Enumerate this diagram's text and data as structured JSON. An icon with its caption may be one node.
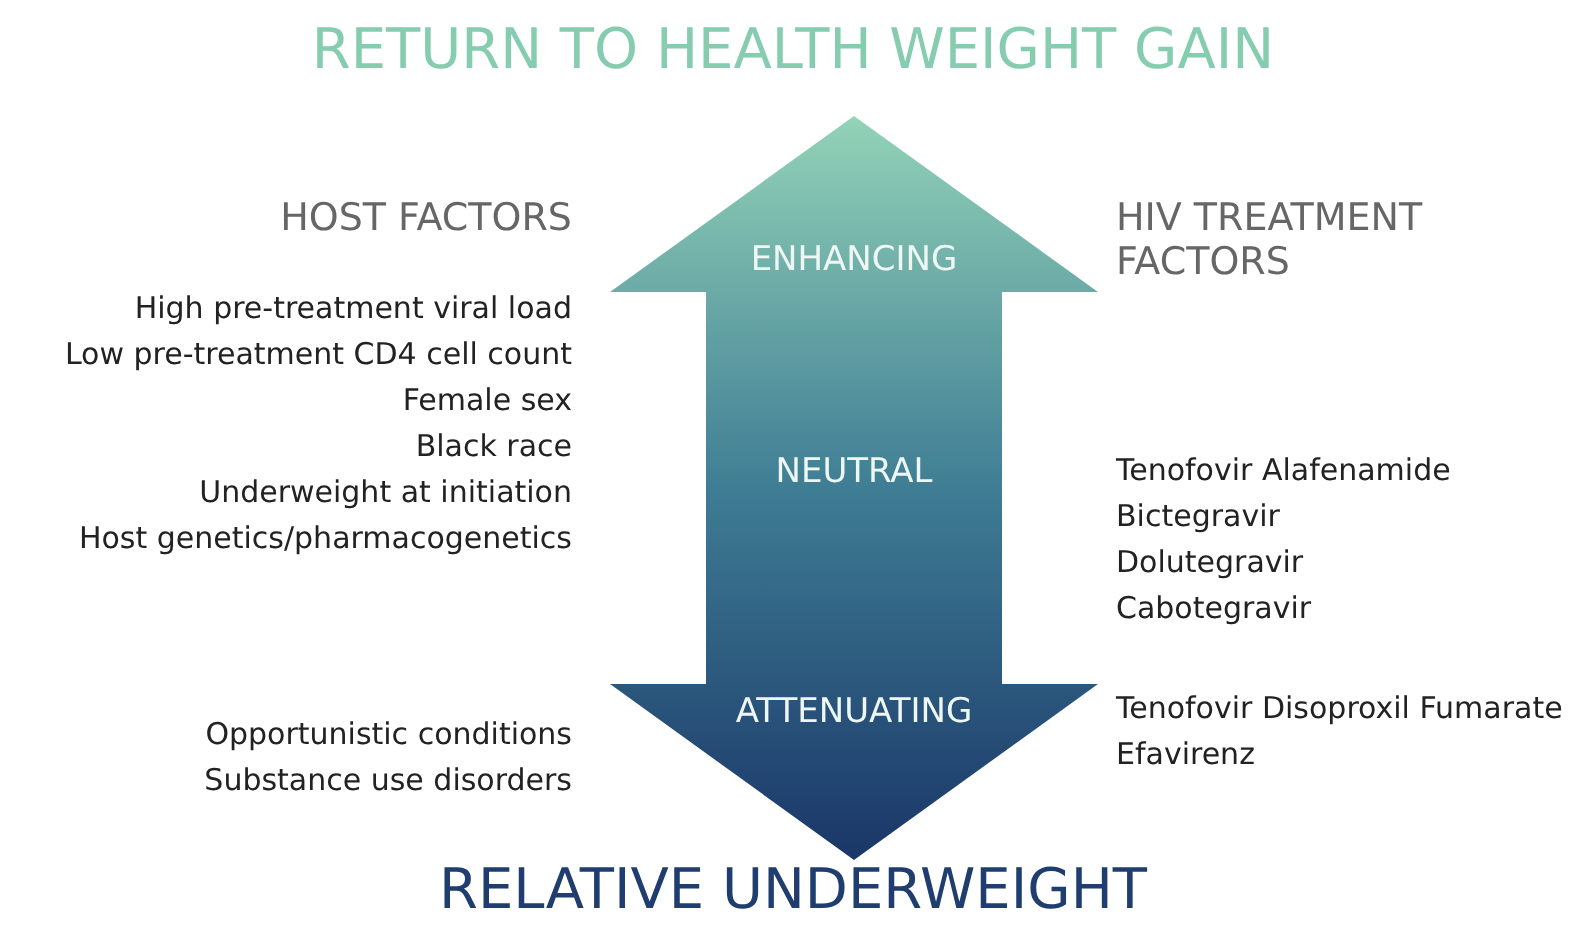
{
  "diagram": {
    "title": "RETURN TO HEALTH WEIGHT GAIN",
    "caption": "RELATIVE UNDERWEIGHT",
    "nodes": [
      {
        "text": [
          "ENHANCING",
          "NEUTRAL",
          "ATTENUATING"
        ]
      }
    ],
    "labels": [
      "HOST FACTORS",
      "High pre-treatment viral load",
      "Low pre-treatment CD4 cell count",
      "Female sex",
      "Black race",
      "Underweight at initiation",
      "Host genetics/pharmacogenetics",
      "Opportunistic conditions",
      "Substance use disorders",
      "HIV TREATMENT FACTORS",
      "Tenofovir Alafenamide",
      "Bictegravir",
      "Dolutegravir",
      "Cabotegravir",
      "Tenofovir Disoproxil Fumarate",
      "Efavirenz"
    ]
  }
}
